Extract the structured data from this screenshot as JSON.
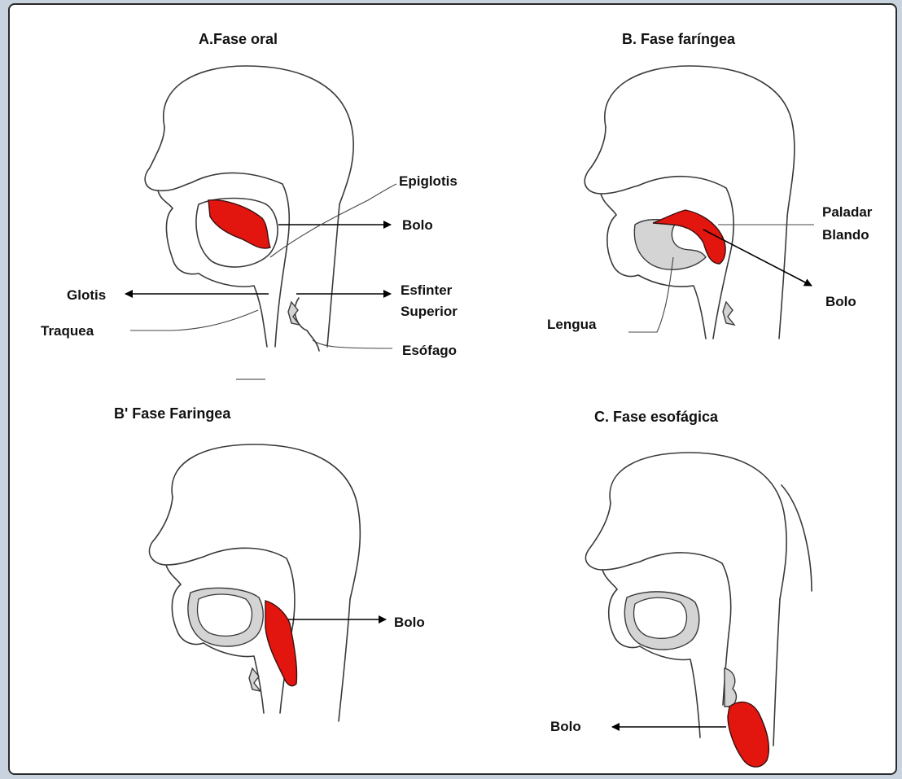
{
  "colors": {
    "bolus": "#e3150f",
    "tissue": "#d4d4d4",
    "line": "#3a3a3a",
    "background": "#ffffff"
  },
  "panels": {
    "oral": {
      "title": "A.Fase oral",
      "labels": {
        "epiglotis": "Epiglotis",
        "bolo": "Bolo",
        "glotis": "Glotis",
        "esfinter_1": "Esfinter",
        "esfinter_2": "Superior",
        "traquea": "Traquea",
        "esofago": "Esófago"
      }
    },
    "faringea": {
      "title": "B. Fase faríngea",
      "labels": {
        "paladar_1": "Paladar",
        "paladar_2": "Blando",
        "bolo": "Bolo",
        "lengua": "Lengua"
      }
    },
    "faringea_b": {
      "title": "B' Fase Faringea",
      "labels": {
        "bolo": "Bolo"
      }
    },
    "esofagica": {
      "title": "C. Fase esofágica",
      "labels": {
        "bolo": "Bolo"
      }
    }
  }
}
